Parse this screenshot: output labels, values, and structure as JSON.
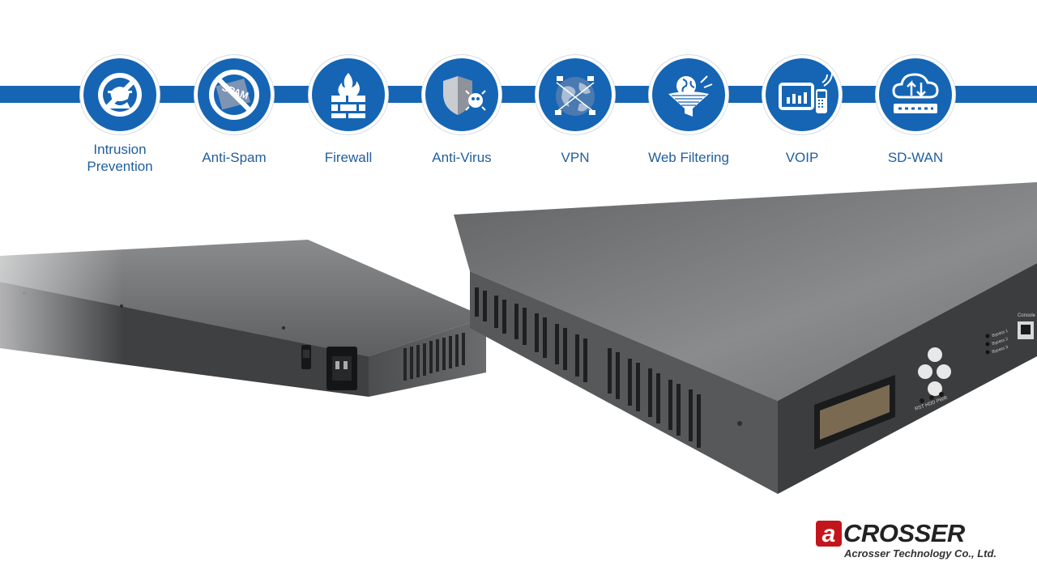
{
  "features": [
    {
      "label": "Intrusion Prevention",
      "label_lines": [
        "Intrusion",
        "Prevention"
      ],
      "icon": "intrusion-prevention-icon"
    },
    {
      "label": "Anti-Spam",
      "label_lines": [
        "Anti-Spam"
      ],
      "icon": "anti-spam-icon",
      "icon_text": "SPAM"
    },
    {
      "label": "Firewall",
      "label_lines": [
        "Firewall"
      ],
      "icon": "firewall-icon"
    },
    {
      "label": "Anti-Virus",
      "label_lines": [
        "Anti-Virus"
      ],
      "icon": "anti-virus-icon"
    },
    {
      "label": "VPN",
      "label_lines": [
        "VPN"
      ],
      "icon": "vpn-globe-icon"
    },
    {
      "label": "Web Filtering",
      "label_lines": [
        "Web Filtering"
      ],
      "icon": "web-filter-funnel-icon"
    },
    {
      "label": "VOIP",
      "label_lines": [
        "VOIP"
      ],
      "icon": "voip-phone-icon"
    },
    {
      "label": "SD-WAN",
      "label_lines": [
        "SD-WAN"
      ],
      "icon": "sd-wan-cloud-icon"
    }
  ],
  "device_right": {
    "bypass_labels": [
      "Bypass 1",
      "Bypass 2",
      "Bypass 3"
    ],
    "led_labels": "RST HDD PWR",
    "port_label": "Console"
  },
  "brand": {
    "logo_mark": "a",
    "logo_word": "CROSSER",
    "company": "Acrosser Technology Co., Ltd."
  },
  "colors": {
    "band_blue": "#1565b4",
    "label_blue": "#1f5e9e",
    "logo_red": "#c3161c",
    "device_gray": "#6f7072"
  }
}
